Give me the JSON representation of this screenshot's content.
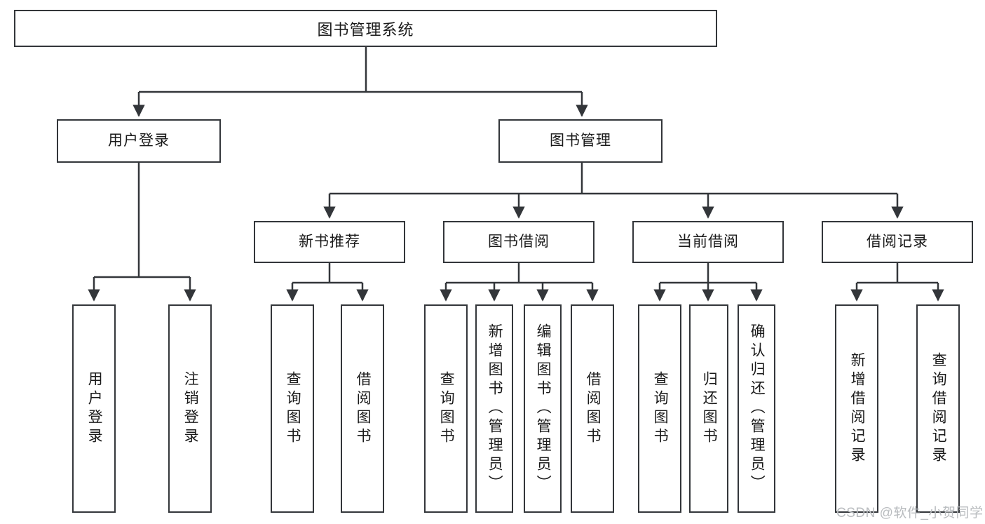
{
  "diagram": {
    "title": "图书管理系统",
    "type": "tree-hierarchy-chart",
    "orientation": "top-down",
    "style": {
      "box_border_color": "#33363a",
      "box_fill_color": "#ffffff",
      "line_color": "#33363a",
      "text_color": "#1a1a1a",
      "background_color": "#ffffff",
      "watermark_color": "#b9bcbf"
    },
    "root": {
      "id": "root",
      "label": "图书管理系统",
      "orientation": "horizontal"
    },
    "level2": [
      {
        "id": "user-login",
        "label": "用户登录",
        "orientation": "horizontal"
      },
      {
        "id": "book-management",
        "label": "图书管理",
        "orientation": "horizontal"
      }
    ],
    "level3": [
      {
        "id": "new-book-recommend",
        "label": "新书推荐",
        "orientation": "horizontal",
        "parent": "book-management"
      },
      {
        "id": "book-borrow",
        "label": "图书借阅",
        "orientation": "horizontal",
        "parent": "book-management"
      },
      {
        "id": "current-borrow",
        "label": "当前借阅",
        "orientation": "horizontal",
        "parent": "book-management"
      },
      {
        "id": "borrow-record",
        "label": "借阅记录",
        "orientation": "horizontal",
        "parent": "book-management"
      }
    ],
    "leaves": [
      {
        "id": "leaf-user-login",
        "label": "用户登录",
        "parent": "user-login",
        "orientation": "vertical"
      },
      {
        "id": "leaf-logout-login",
        "label": "注销登录",
        "parent": "user-login",
        "orientation": "vertical"
      },
      {
        "id": "leaf-query-book-1",
        "label": "查询图书",
        "parent": "new-book-recommend",
        "orientation": "vertical"
      },
      {
        "id": "leaf-borrow-book-1",
        "label": "借阅图书",
        "parent": "new-book-recommend",
        "orientation": "vertical"
      },
      {
        "id": "leaf-query-book-2",
        "label": "查询图书",
        "parent": "book-borrow",
        "orientation": "vertical"
      },
      {
        "id": "leaf-add-book-admin",
        "label": "新增图书（管理员）",
        "parent": "book-borrow",
        "orientation": "vertical"
      },
      {
        "id": "leaf-edit-book-admin",
        "label": "编辑图书（管理员）",
        "parent": "book-borrow",
        "orientation": "vertical"
      },
      {
        "id": "leaf-borrow-book-2",
        "label": "借阅图书",
        "parent": "book-borrow",
        "orientation": "vertical"
      },
      {
        "id": "leaf-query-book-3",
        "label": "查询图书",
        "parent": "current-borrow",
        "orientation": "vertical"
      },
      {
        "id": "leaf-return-book",
        "label": "归还图书",
        "parent": "current-borrow",
        "orientation": "vertical"
      },
      {
        "id": "leaf-confirm-return-admin",
        "label": "确认归还（管理员）",
        "parent": "current-borrow",
        "orientation": "vertical"
      },
      {
        "id": "leaf-add-borrow-record",
        "label": "新增借阅记录",
        "parent": "borrow-record",
        "orientation": "vertical"
      },
      {
        "id": "leaf-query-borrow-record",
        "label": "查询借阅记录",
        "parent": "borrow-record",
        "orientation": "vertical"
      }
    ],
    "watermark": "CSDN @软件_小贺同学"
  }
}
